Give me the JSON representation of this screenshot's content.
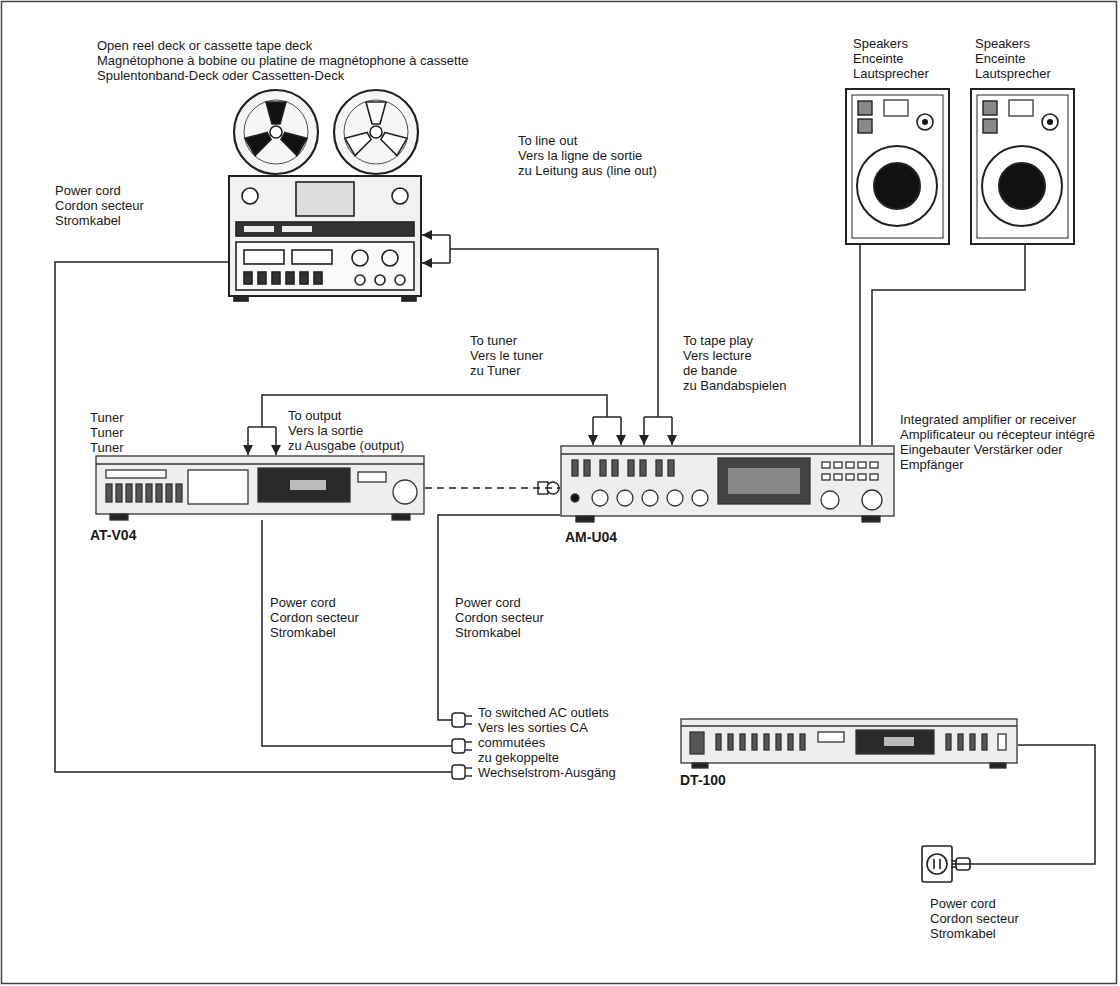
{
  "diagram": {
    "nodes": [
      {
        "text": [
          "Open reel deck or cassette tape deck",
          "Magnétophone à bobine ou platine de magnétophone à cassette",
          "Spulentonband-Deck oder Cassetten-Deck"
        ]
      },
      {
        "text": [
          "Speakers",
          "Enceinte",
          "Lautsprecher"
        ]
      },
      {
        "text": [
          "Speakers",
          "Enceinte",
          "Lautsprecher"
        ]
      },
      {
        "text": [
          "Tuner",
          "Tuner",
          "Tuner",
          "AT-V04"
        ]
      },
      {
        "text": [
          "Integrated amplifier or receiver",
          "Amplificateur ou récepteur intégré",
          "Eingebauter Verstärker oder Empfänger",
          "AM-U04"
        ]
      },
      {
        "text": [
          "To switched AC outlets",
          "Vers les sorties CA commutées",
          "zu gekoppelte Wechselstrom-Ausgäng"
        ]
      },
      {
        "text": [
          "DT-100"
        ]
      },
      {
        "text": [
          "Power cord",
          "Cordon secteur",
          "Stromkabel"
        ]
      }
    ],
    "edges": [
      {
        "from": 0,
        "to": 4,
        "arrow": "both"
      },
      {
        "from": 3,
        "to": 4,
        "arrow": "both"
      },
      {
        "from": 3,
        "to": 4,
        "arrow": "none"
      },
      {
        "from": 4,
        "to": 1,
        "arrow": "none"
      },
      {
        "from": 4,
        "to": 2,
        "arrow": "none"
      },
      {
        "from": 4,
        "to": 5,
        "arrow": "none"
      },
      {
        "from": 3,
        "to": 5,
        "arrow": "none"
      },
      {
        "from": 0,
        "to": 5,
        "arrow": "none"
      },
      {
        "from": 6,
        "to": 7,
        "arrow": "none"
      }
    ],
    "labels": [
      "Power cord",
      "Cordon secteur",
      "Stromkabel",
      "To line out",
      "Vers la ligne de sortie",
      "zu Leitung aus (line out)",
      "To tuner",
      "Vers le tuner",
      "zu Tuner",
      "To tape play",
      "Vers lecture de bande",
      "zu Bandabspielen",
      "To output",
      "Vers la sortie",
      "zu Ausgabe (output)",
      "Power cord",
      "Cordon secteur",
      "Stromkabel",
      "Power cord",
      "Cordon secteur",
      "Stromkabel"
    ]
  }
}
